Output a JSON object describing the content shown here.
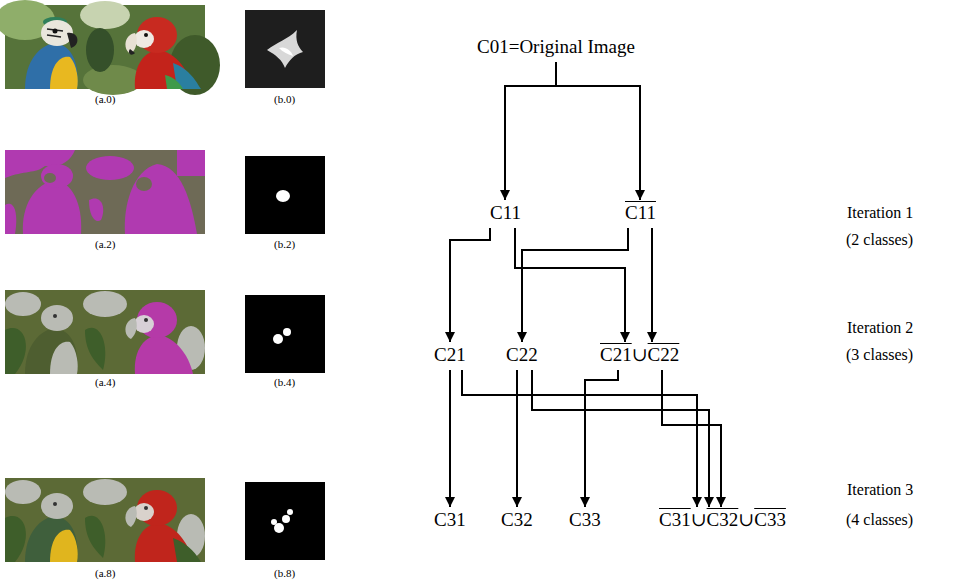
{
  "diagram": {
    "nodes": [
      {
        "text": [
          "C01=Original Image"
        ]
      },
      {
        "text": [
          "C11"
        ]
      },
      {
        "text": [
          "C11"
        ]
      },
      {
        "text": [
          "C21"
        ]
      },
      {
        "text": [
          "C22"
        ]
      },
      {
        "text": [
          "C21∪C22"
        ]
      },
      {
        "text": [
          "C31"
        ]
      },
      {
        "text": [
          "C32"
        ]
      },
      {
        "text": [
          "C33"
        ]
      },
      {
        "text": [
          "C31∪C32∪C33"
        ]
      }
    ],
    "edges": [
      {
        "from": 0,
        "to": 1,
        "arrow": "to"
      },
      {
        "from": 0,
        "to": 2,
        "arrow": "to"
      },
      {
        "from": 1,
        "to": 3,
        "arrow": "to"
      },
      {
        "from": 1,
        "to": 5,
        "arrow": "to"
      },
      {
        "from": 2,
        "to": 4,
        "arrow": "to"
      },
      {
        "from": 2,
        "to": 5,
        "arrow": "to"
      },
      {
        "from": 3,
        "to": 6,
        "arrow": "to"
      },
      {
        "from": 3,
        "to": 9,
        "arrow": "to"
      },
      {
        "from": 4,
        "to": 7,
        "arrow": "to"
      },
      {
        "from": 4,
        "to": 9,
        "arrow": "to"
      },
      {
        "from": 5,
        "to": 8,
        "arrow": "to"
      },
      {
        "from": 5,
        "to": 9,
        "arrow": "to"
      }
    ],
    "labels": [
      "(a.0)",
      "(b.0)",
      "(a.2)",
      "(b.2)",
      "(a.4)",
      "(b.4)",
      "(a.8)",
      "(b.8)",
      "Iteration 1",
      "(2 classes)",
      "Iteration 2",
      "(3 classes)",
      "Iteration 3",
      "(4 classes)"
    ]
  }
}
